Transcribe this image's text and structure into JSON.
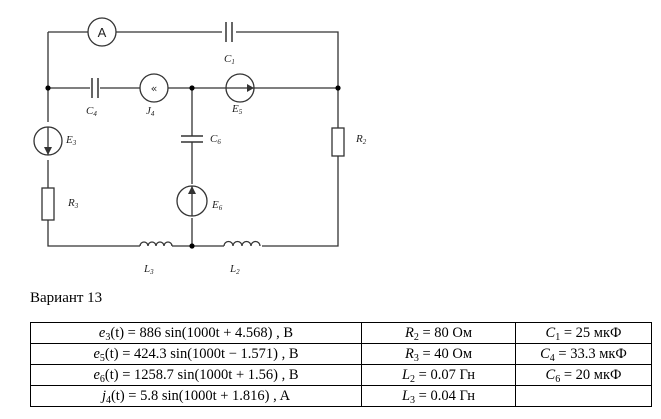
{
  "circuit": {
    "labels": {
      "ammeter": "A",
      "c1": "C",
      "c1_sub": "1",
      "c4": "C",
      "c4_sub": "4",
      "j4": "J",
      "j4_sub": "4",
      "e5": "E",
      "e5_sub": "5",
      "c6": "C",
      "c6_sub": "6",
      "e3": "E",
      "e3_sub": "3",
      "r2": "R",
      "r2_sub": "2",
      "r3": "R",
      "r3_sub": "3",
      "e6": "E",
      "e6_sub": "6",
      "l3": "L",
      "l3_sub": "3",
      "l2": "L",
      "l2_sub": "2"
    }
  },
  "variant": "Вариант 13",
  "table": {
    "rows": [
      {
        "source": {
          "name": "e",
          "sub": "3",
          "expr": "(t) = 886 sin(1000t + 4.568) , B"
        },
        "resistance": {
          "name": "R",
          "sub": "2",
          "expr": " = 80 Ом"
        },
        "capacitance": {
          "name": "C",
          "sub": "1",
          "expr": " = 25 мкФ"
        }
      },
      {
        "source": {
          "name": "e",
          "sub": "5",
          "expr": "(t) = 424.3 sin(1000t − 1.571) , B"
        },
        "resistance": {
          "name": "R",
          "sub": "3",
          "expr": " = 40 Ом"
        },
        "capacitance": {
          "name": "C",
          "sub": "4",
          "expr": " = 33.3 мкФ"
        }
      },
      {
        "source": {
          "name": "e",
          "sub": "6",
          "expr": "(t) = 1258.7 sin(1000t + 1.56) , B"
        },
        "resistance": {
          "name": "L",
          "sub": "2",
          "expr": " = 0.07 Гн"
        },
        "capacitance": {
          "name": "C",
          "sub": "6",
          "expr": " = 20 мкФ"
        }
      },
      {
        "source": {
          "name": "j",
          "sub": "4",
          "expr": "(t) = 5.8 sin(1000t + 1.816) , A"
        },
        "resistance": {
          "name": "L",
          "sub": "3",
          "expr": " = 0.04 Гн"
        },
        "capacitance": {
          "name": "",
          "sub": "",
          "expr": ""
        }
      }
    ]
  }
}
